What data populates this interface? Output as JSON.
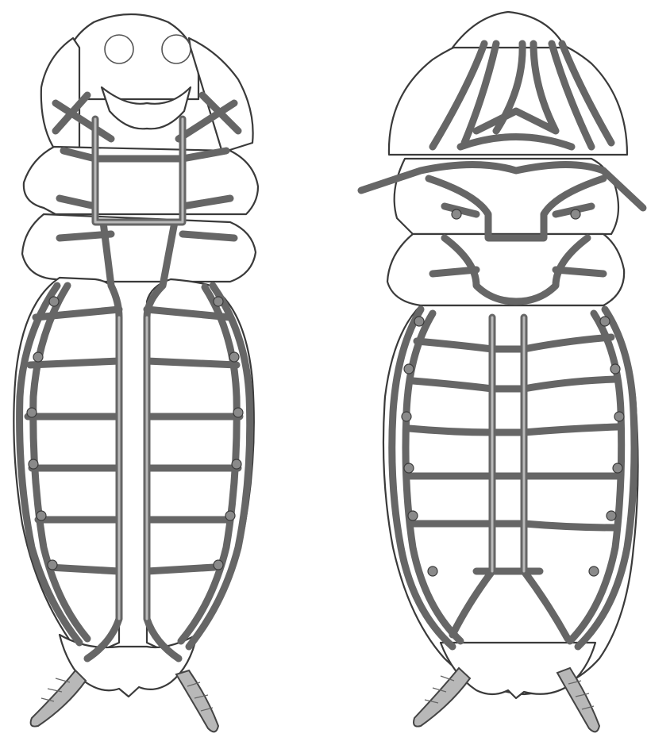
{
  "figure": {
    "panels": [
      {
        "id": "left",
        "view": "dorsal"
      },
      {
        "id": "right",
        "view": "ventral"
      }
    ]
  }
}
